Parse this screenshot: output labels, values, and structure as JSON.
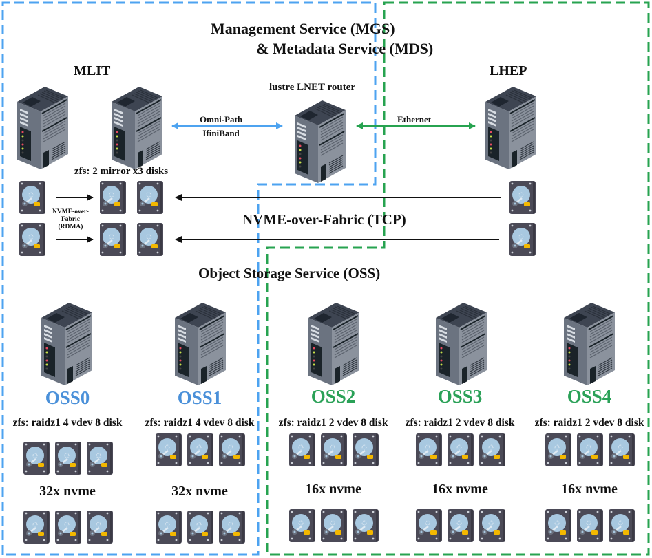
{
  "title": {
    "line1": "Management Service (MGS)",
    "line2": "&  Metadata Service (MDS)"
  },
  "colors": {
    "mlit_blue": "#4da3f0",
    "lhep_green": "#27a350",
    "oss_blue_text": "#4a90d9",
    "oss_green_text": "#2aa157"
  },
  "sites": {
    "mlit": "MLIT",
    "lhep": "LHEP"
  },
  "router": {
    "label": "lustre LNET router"
  },
  "links": {
    "omnipath_line1": "Omni-Path",
    "omnipath_line2": "IfiniBand",
    "ethernet": "Ethernet",
    "nvmeof_rdma_line1": "NVME-over-",
    "nvmeof_rdma_line2": "Fabric",
    "nvmeof_rdma_line3": "(RDMA)",
    "nvmeof_tcp": "NVME-over-Fabric (TCP)"
  },
  "mds": {
    "zfs": "zfs: 2 mirror x3 disks"
  },
  "oss_section": {
    "title": "Object Storage Service (OSS)"
  },
  "oss": [
    {
      "name": "OSS0",
      "zfs": "zfs: raidz1 4 vdev 8 disk",
      "nvme": "32x nvme",
      "site": "MLIT"
    },
    {
      "name": "OSS1",
      "zfs": "zfs: raidz1 4 vdev 8 disk",
      "nvme": "32x nvme",
      "site": "MLIT"
    },
    {
      "name": "OSS2",
      "zfs": "zfs: raidz1 2 vdev 8 disk",
      "nvme": "16x nvme",
      "site": "LHEP"
    },
    {
      "name": "OSS3",
      "zfs": "zfs: raidz1 2 vdev 8 disk",
      "nvme": "16x nvme",
      "site": "LHEP"
    },
    {
      "name": "OSS4",
      "zfs": "zfs: raidz1 2 vdev 8 disk",
      "nvme": "16x nvme",
      "site": "LHEP"
    }
  ]
}
